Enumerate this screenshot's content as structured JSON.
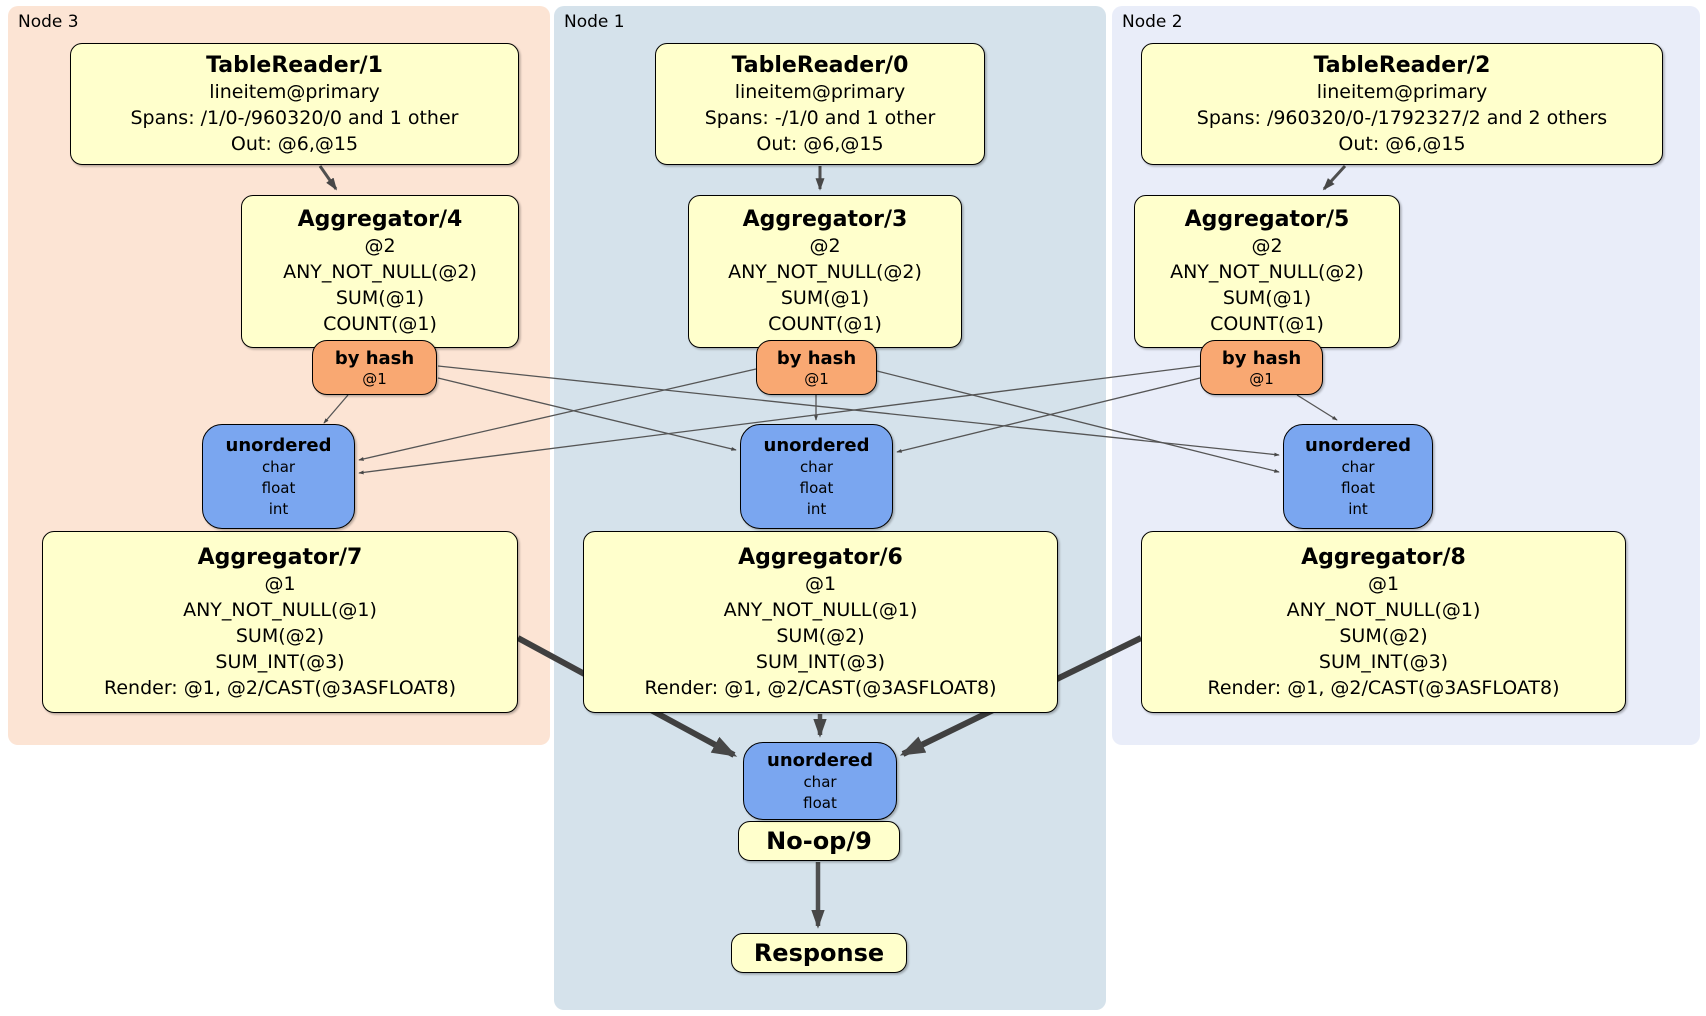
{
  "colors": {
    "page-bg": "#ffffff",
    "node3-bg": "#fce4d4",
    "node1-bg": "#d5e2eb",
    "node2-bg": "#e9edf9",
    "proc-fill": "#ffffcc",
    "router-fill": "#f9a872",
    "sync-fill": "#7aa6f0",
    "box-border": "#000000",
    "edge-thin": "#555555",
    "edge-med": "#4f4f4f",
    "edge-thick": "#404040"
  },
  "groups": {
    "node3": {
      "label": "Node 3"
    },
    "node1": {
      "label": "Node 1"
    },
    "node2": {
      "label": "Node 2"
    }
  },
  "processors": {
    "tr1": {
      "title": "TableReader/1",
      "rows": [
        "lineitem@primary",
        "Spans: /1/0-/960320/0 and 1 other",
        "Out: @6,@15"
      ]
    },
    "tr0": {
      "title": "TableReader/0",
      "rows": [
        "lineitem@primary",
        "Spans: -/1/0 and 1 other",
        "Out: @6,@15"
      ]
    },
    "tr2": {
      "title": "TableReader/2",
      "rows": [
        "lineitem@primary",
        "Spans: /960320/0-/1792327/2 and 2 others",
        "Out: @6,@15"
      ]
    },
    "agg4": {
      "title": "Aggregator/4",
      "rows": [
        "@2",
        "ANY_NOT_NULL(@2)",
        "SUM(@1)",
        "COUNT(@1)"
      ]
    },
    "agg3": {
      "title": "Aggregator/3",
      "rows": [
        "@2",
        "ANY_NOT_NULL(@2)",
        "SUM(@1)",
        "COUNT(@1)"
      ]
    },
    "agg5": {
      "title": "Aggregator/5",
      "rows": [
        "@2",
        "ANY_NOT_NULL(@2)",
        "SUM(@1)",
        "COUNT(@1)"
      ]
    },
    "agg7": {
      "title": "Aggregator/7",
      "rows": [
        "@1",
        "ANY_NOT_NULL(@1)",
        "SUM(@2)",
        "SUM_INT(@3)",
        "Render: @1, @2/CAST(@3ASFLOAT8)"
      ]
    },
    "agg6": {
      "title": "Aggregator/6",
      "rows": [
        "@1",
        "ANY_NOT_NULL(@1)",
        "SUM(@2)",
        "SUM_INT(@3)",
        "Render: @1, @2/CAST(@3ASFLOAT8)"
      ]
    },
    "agg8": {
      "title": "Aggregator/8",
      "rows": [
        "@1",
        "ANY_NOT_NULL(@1)",
        "SUM(@2)",
        "SUM_INT(@3)",
        "Render: @1, @2/CAST(@3ASFLOAT8)"
      ]
    },
    "noop": {
      "title": "No-op/9"
    },
    "response": {
      "title": "Response"
    }
  },
  "router": {
    "label": "by hash",
    "detail": "@1"
  },
  "sync": {
    "label": "unordered",
    "rows": [
      "char",
      "float",
      "int"
    ]
  },
  "sync_final": {
    "label": "unordered",
    "rows": [
      "char",
      "float"
    ]
  }
}
